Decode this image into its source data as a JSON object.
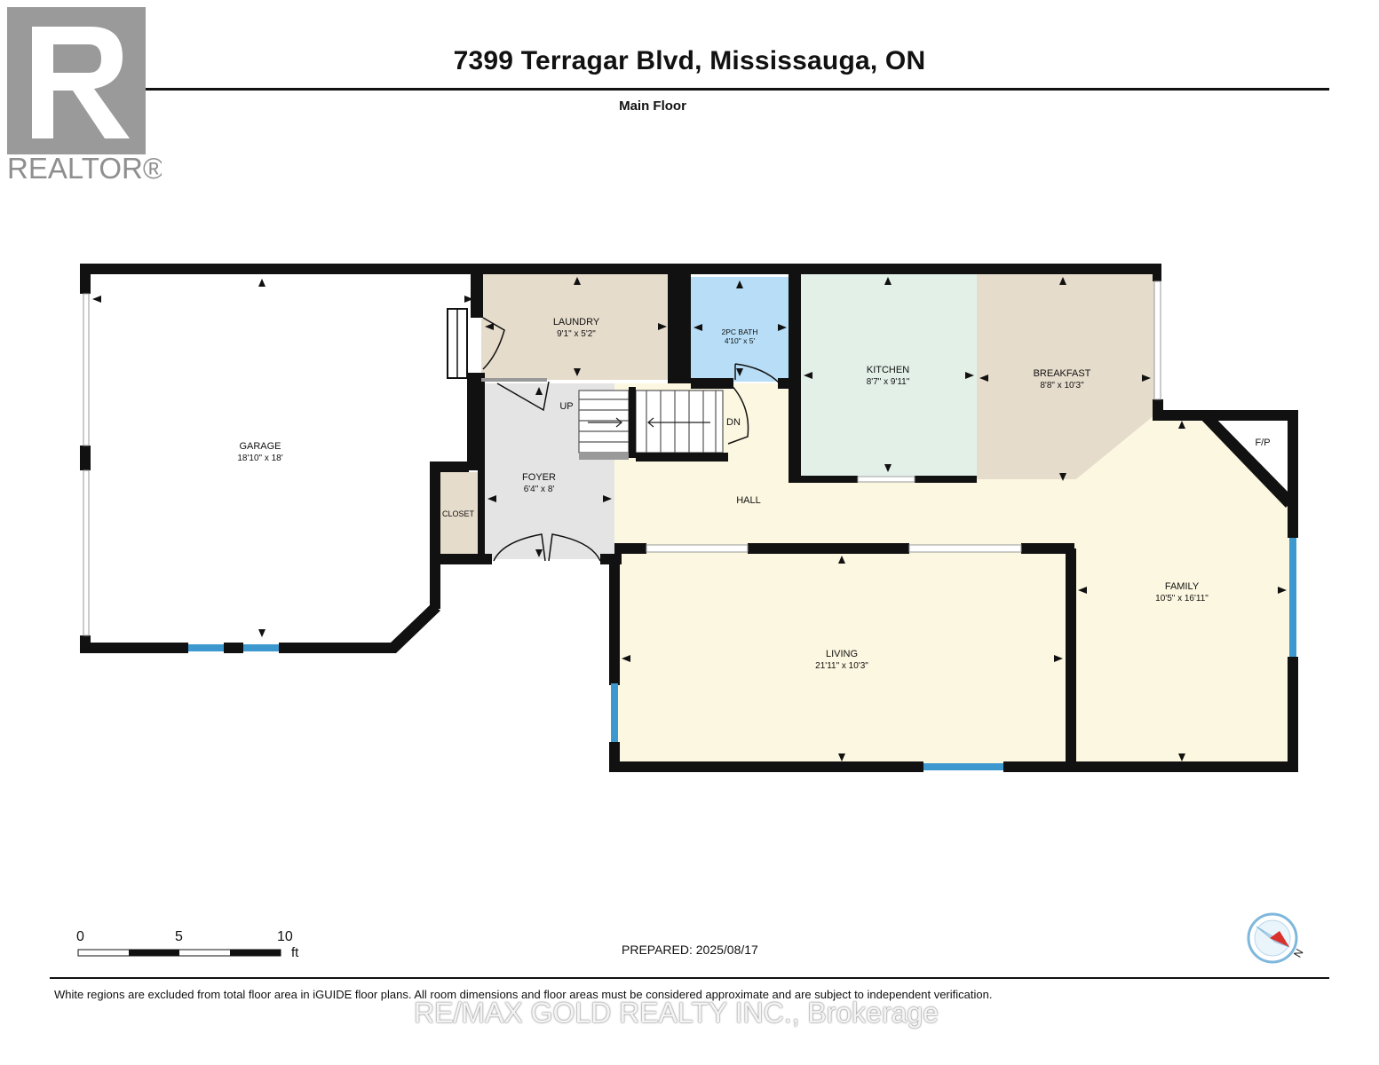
{
  "header": {
    "address": "7399 Terragar Blvd, Mississauga, ON",
    "floor": "Main Floor"
  },
  "logo": {
    "text": "REALTOR®"
  },
  "rooms": {
    "garage": {
      "name": "GARAGE",
      "dims": "18'10\" x 18'"
    },
    "laundry": {
      "name": "LAUNDRY",
      "dims": "9'1\" x 5'2\""
    },
    "bath": {
      "name": "2PC BATH",
      "dims": "4'10\" x 5'"
    },
    "kitchen": {
      "name": "KITCHEN",
      "dims": "8'7\" x 9'11\""
    },
    "breakfast": {
      "name": "BREAKFAST",
      "dims": "8'8\" x 10'3\""
    },
    "foyer": {
      "name": "FOYER",
      "dims": "6'4\" x 8'"
    },
    "closet": {
      "name": "CLOSET"
    },
    "hall": {
      "name": "HALL"
    },
    "family": {
      "name": "FAMILY",
      "dims": "10'5\" x 16'11\""
    },
    "fireplace": {
      "name": "F/P"
    },
    "living": {
      "name": "LIVING",
      "dims": "21'11\" x 10'3\""
    }
  },
  "stairs": {
    "up": "UP",
    "down": "DN"
  },
  "scale": {
    "ticks": [
      "0",
      "5",
      "10"
    ],
    "unit": "ft"
  },
  "footer": {
    "prepared": "PREPARED: 2025/08/17",
    "disclaimer": "White regions are excluded from total floor area in iGUIDE floor plans. All room dimensions and floor areas must be considered approximate and are subject to independent verification.",
    "watermark": "RE/MAX GOLD REALTY INC., Brokerage"
  },
  "compass": {
    "label": "N"
  },
  "colors": {
    "wall": "#111111",
    "laundry": "#e6dccb",
    "bath": "#b7def6",
    "kitchen": "#e2f0e8",
    "breakfast": "#e6dccb",
    "foyer": "#e4e4e4",
    "hall": "#fcf7e0",
    "window": "#3c98cf",
    "compass_red": "#d9312b"
  }
}
